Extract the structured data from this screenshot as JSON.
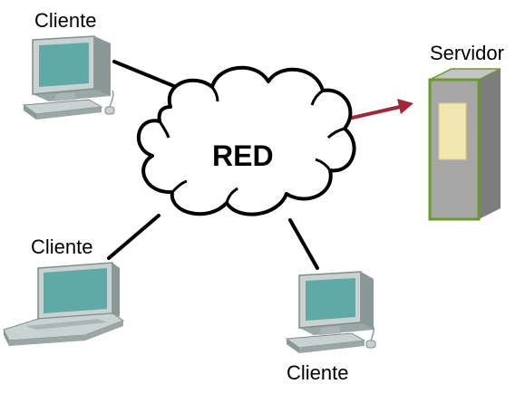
{
  "diagram": {
    "cloud_label": "RED",
    "nodes": [
      {
        "id": "client-top-left",
        "type": "desktop",
        "label": "Cliente"
      },
      {
        "id": "client-bottom-left",
        "type": "laptop",
        "label": "Cliente"
      },
      {
        "id": "client-bottom-right",
        "type": "desktop",
        "label": "Cliente"
      },
      {
        "id": "server",
        "type": "server",
        "label": "Servidor"
      }
    ],
    "links": [
      {
        "from": "client-top-left",
        "to": "network",
        "style": "line"
      },
      {
        "from": "client-bottom-left",
        "to": "network",
        "style": "line"
      },
      {
        "from": "client-bottom-right",
        "to": "network",
        "style": "line"
      },
      {
        "from": "network",
        "to": "server",
        "style": "arrow"
      }
    ],
    "colors": {
      "link": "#000000",
      "arrow": "#a0283a",
      "screen": "#5faaa6",
      "device_body": "#c9d2d1",
      "server_body": "#a6a6a6",
      "server_frame": "#6a9a2b",
      "server_panel": "#f2e6b0"
    }
  }
}
